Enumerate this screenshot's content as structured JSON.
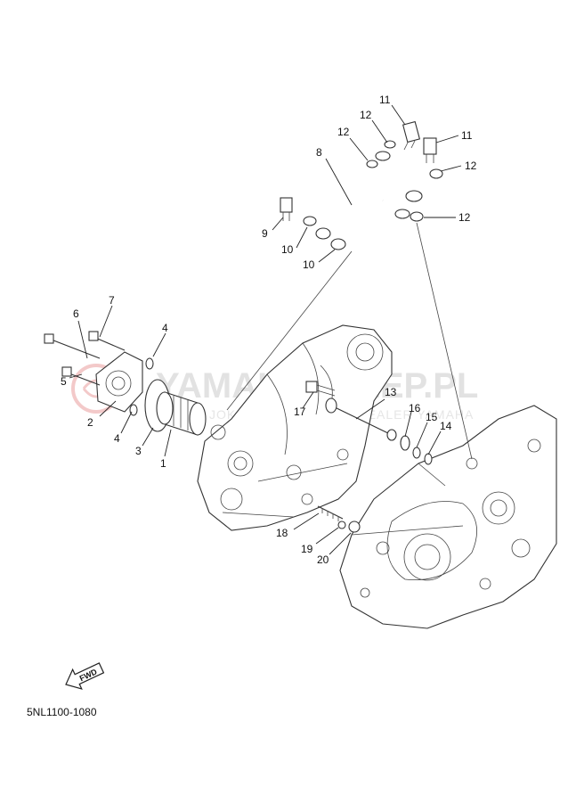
{
  "diagram": {
    "code": "5NL1100-1080",
    "fwd_label": "FWD",
    "watermark": {
      "text": "YAMAHASKLEP.PL",
      "subtext": "JOKIEL MAŁOLEPSZY DEALER YAMAHA"
    },
    "callouts": [
      {
        "id": "c-1",
        "label": "1"
      },
      {
        "id": "c-2",
        "label": "2"
      },
      {
        "id": "c-3",
        "label": "3"
      },
      {
        "id": "c-4a",
        "label": "4"
      },
      {
        "id": "c-4b",
        "label": "4"
      },
      {
        "id": "c-5",
        "label": "5"
      },
      {
        "id": "c-6",
        "label": "6"
      },
      {
        "id": "c-7",
        "label": "7"
      },
      {
        "id": "c-8",
        "label": "8"
      },
      {
        "id": "c-9",
        "label": "9"
      },
      {
        "id": "c-10a",
        "label": "10"
      },
      {
        "id": "c-10b",
        "label": "10"
      },
      {
        "id": "c-11a",
        "label": "11"
      },
      {
        "id": "c-11b",
        "label": "11"
      },
      {
        "id": "c-12a",
        "label": "12"
      },
      {
        "id": "c-12b",
        "label": "12"
      },
      {
        "id": "c-12c",
        "label": "12"
      },
      {
        "id": "c-12d",
        "label": "12"
      },
      {
        "id": "c-13",
        "label": "13"
      },
      {
        "id": "c-14",
        "label": "14"
      },
      {
        "id": "c-15",
        "label": "15"
      },
      {
        "id": "c-16",
        "label": "16"
      },
      {
        "id": "c-17",
        "label": "17"
      },
      {
        "id": "c-18",
        "label": "18"
      },
      {
        "id": "c-19",
        "label": "19"
      },
      {
        "id": "c-20",
        "label": "20"
      }
    ]
  }
}
